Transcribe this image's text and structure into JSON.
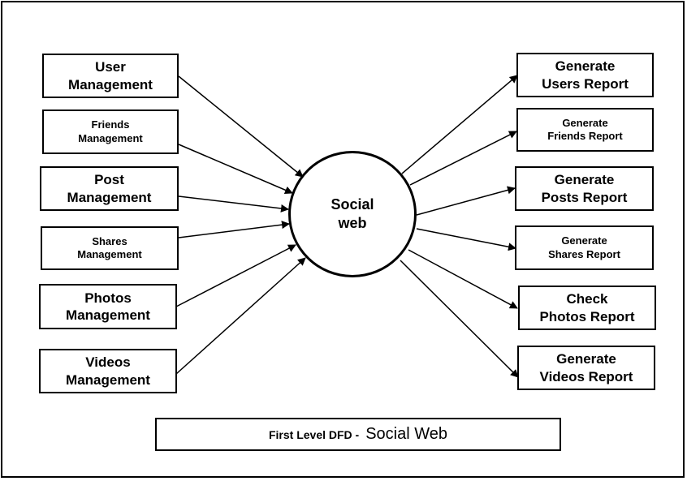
{
  "diagram": {
    "center": {
      "line1": "Social",
      "line2": "web"
    },
    "inputs": [
      {
        "line1": "User",
        "line2": "Management"
      },
      {
        "line1": "Friends",
        "line2": "Management"
      },
      {
        "line1": "Post",
        "line2": "Management"
      },
      {
        "line1": "Shares",
        "line2": "Management"
      },
      {
        "line1": "Photos",
        "line2": "Management"
      },
      {
        "line1": "Videos",
        "line2": "Management"
      }
    ],
    "outputs": [
      {
        "line1": "Generate",
        "line2": "Users Report"
      },
      {
        "line1": "Generate",
        "line2": "Friends Report"
      },
      {
        "line1": "Generate",
        "line2": "Posts Report"
      },
      {
        "line1": "Generate",
        "line2": "Shares Report"
      },
      {
        "line1": "Check",
        "line2": "Photos Report"
      },
      {
        "line1": "Generate",
        "line2": "Videos Report"
      }
    ],
    "caption": {
      "prefix": "First Level DFD -",
      "title": "Social Web"
    }
  }
}
